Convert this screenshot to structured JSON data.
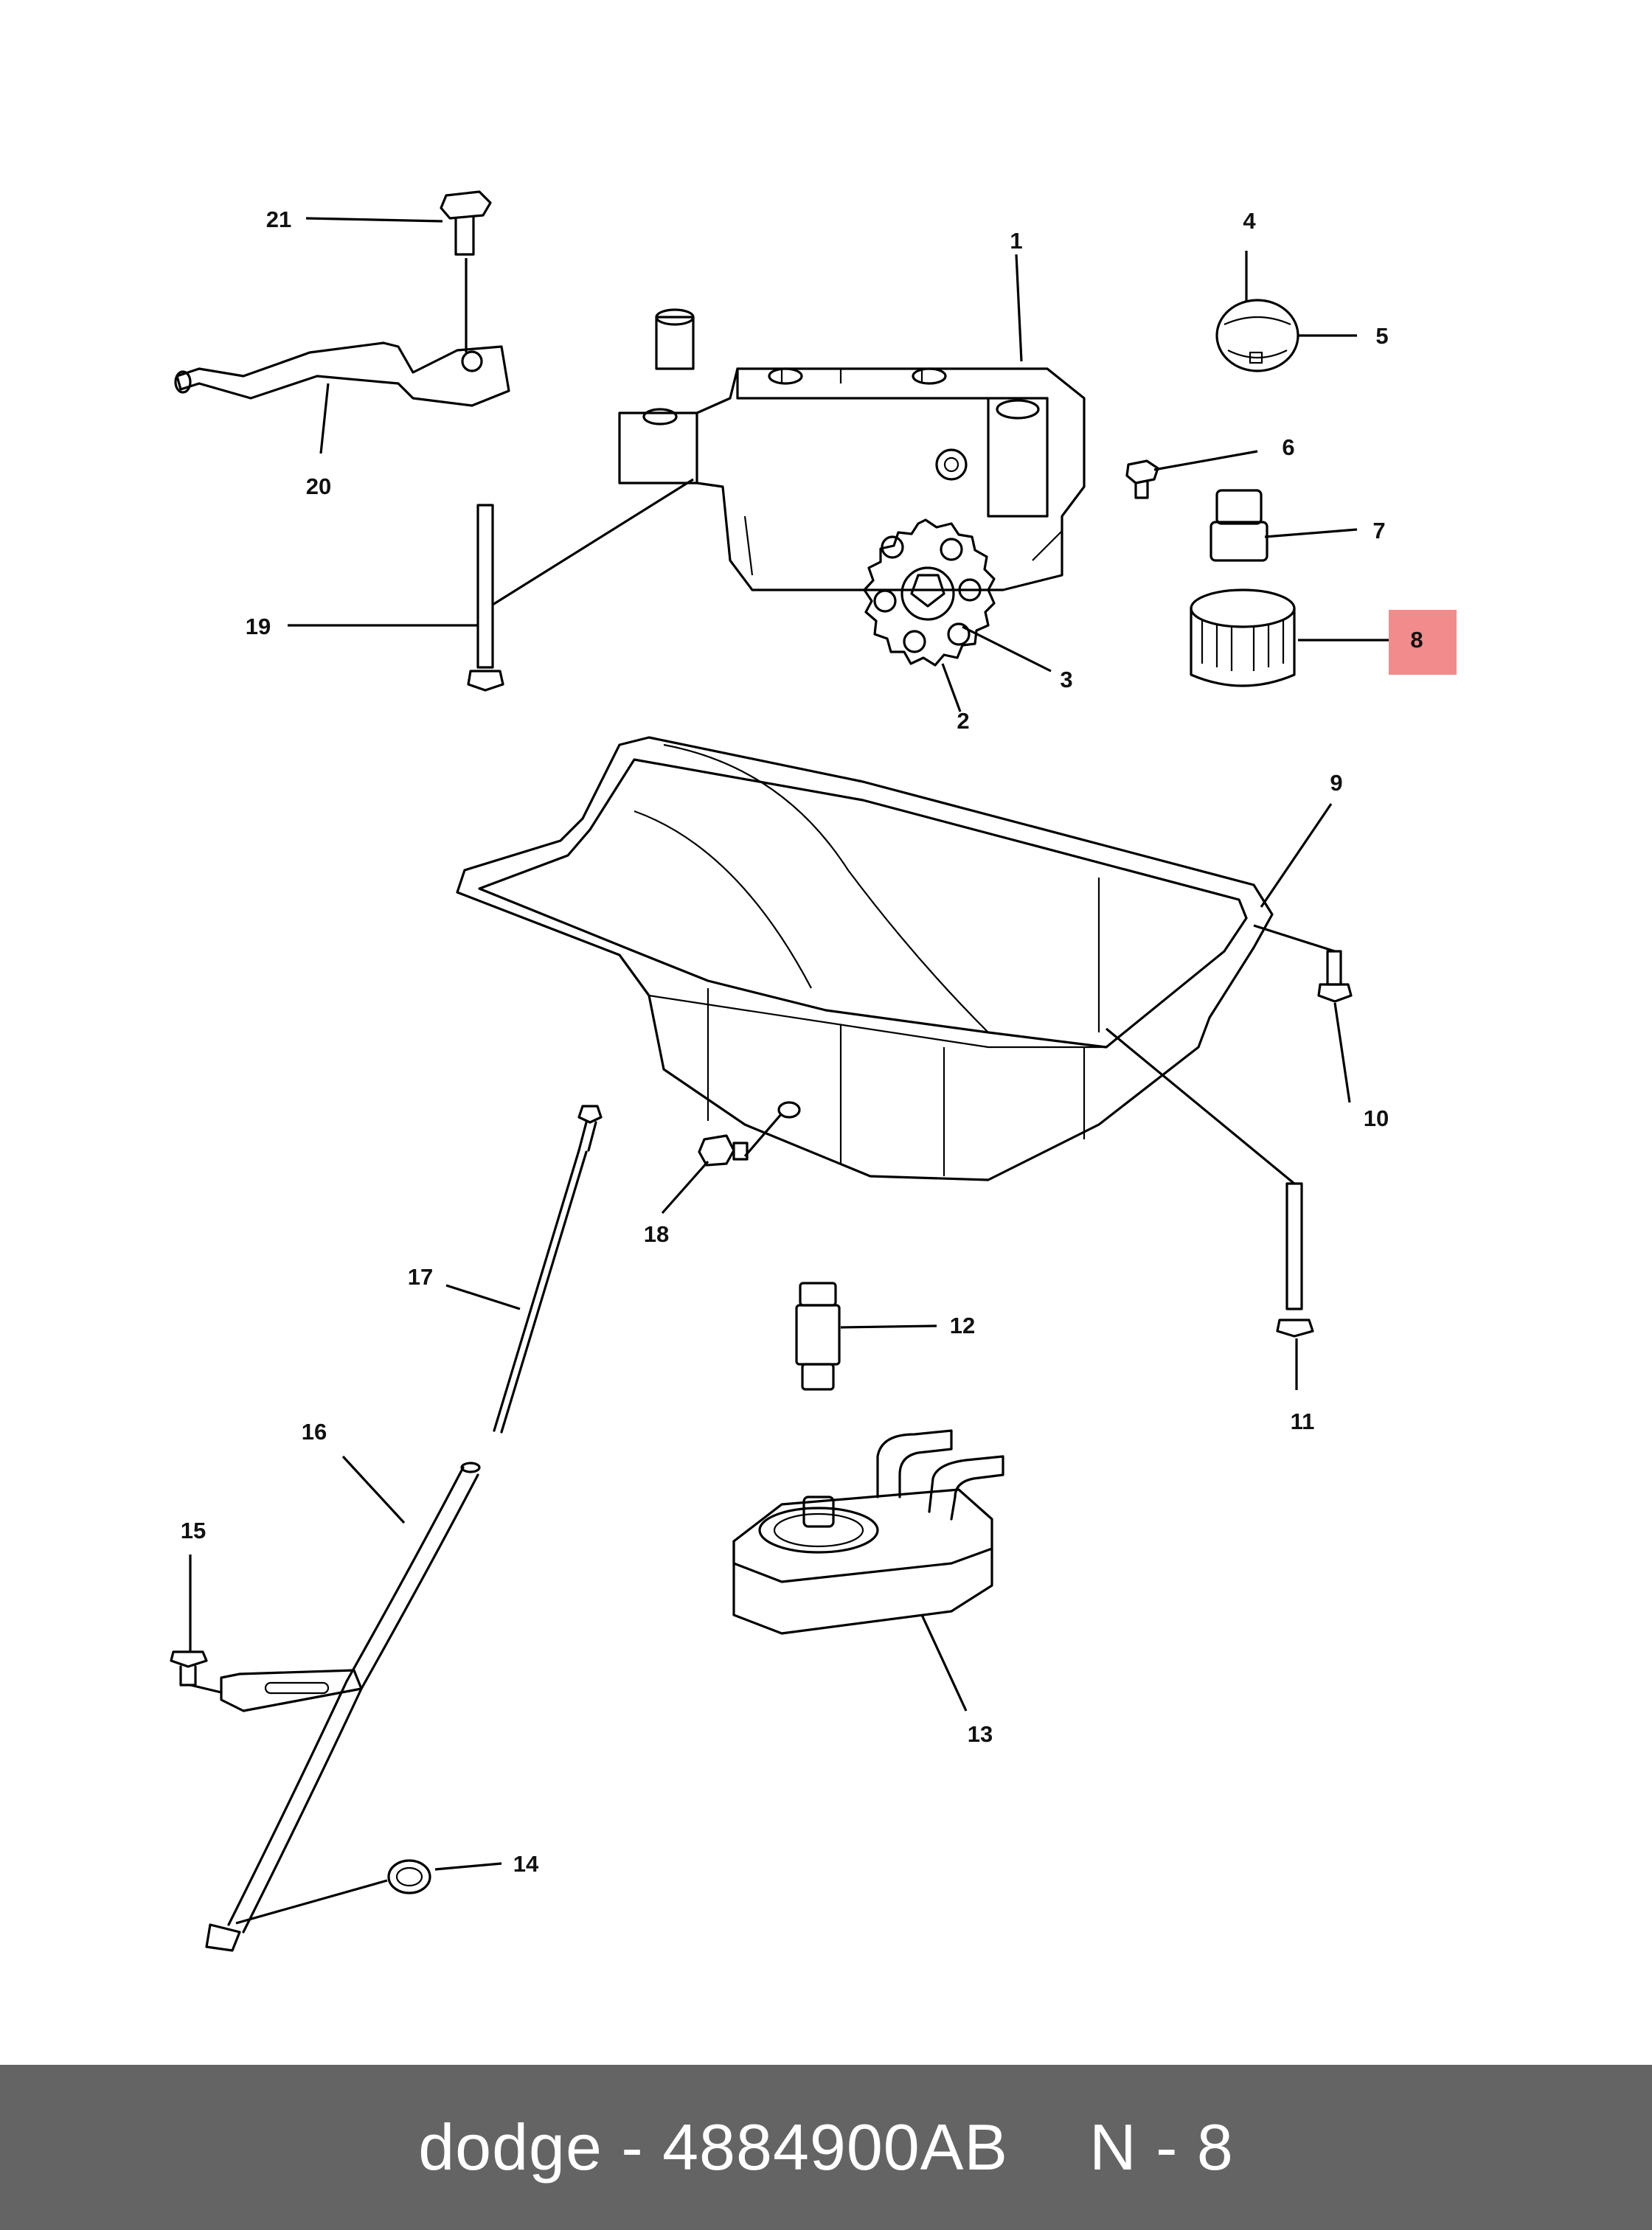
{
  "callouts": [
    "1",
    "2",
    "3",
    "4",
    "5",
    "6",
    "7",
    "8",
    "9",
    "10",
    "11",
    "12",
    "13",
    "14",
    "15",
    "16",
    "17",
    "18",
    "19",
    "20",
    "21"
  ],
  "highlighted_callout": "8",
  "highlight_color": "#f28b8b",
  "footer": {
    "brand_part": "dodge - 4884900AB",
    "ref": "N - 8"
  },
  "colors": {
    "footer_bg": "#646464",
    "footer_text": "#ffffff",
    "line": "#000000"
  }
}
